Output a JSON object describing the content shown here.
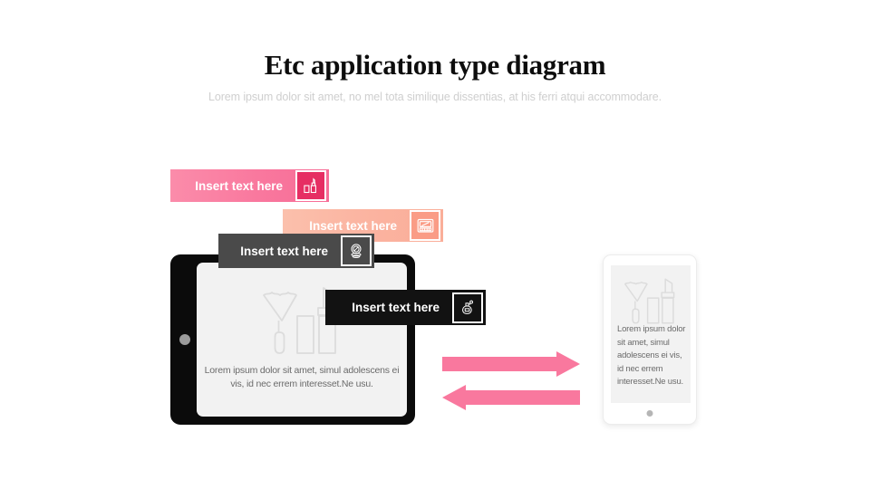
{
  "header": {
    "title": "Etc application type diagram",
    "subtitle": "Lorem ipsum dolor sit amet, no mel tota similique dissentias, at his ferri atqui accommodare."
  },
  "labels": [
    {
      "text": "Insert text here",
      "icon": "lipstick-nailpolish-icon",
      "bar_color": "#f9789e",
      "icon_box_color": "#e62e63"
    },
    {
      "text": "Insert text here",
      "icon": "makeup-palette-icon",
      "bar_color": "#fbb3a0",
      "icon_box_color": "#fa9c86"
    },
    {
      "text": "Insert text here",
      "icon": "compact-mirror-icon",
      "bar_color": "#4a4a4a",
      "icon_box_color": "#4a4a4a"
    },
    {
      "text": "Insert text here",
      "icon": "perfume-bottle-icon",
      "bar_color": "#121212",
      "icon_box_color": "#121212"
    }
  ],
  "tablet": {
    "body_color": "#0b0b0b",
    "screen_color": "#f2f2f2",
    "screen_text": "Lorem ipsum dolor sit amet, simul adolescens ei vis, id nec errem interesset.Ne usu.",
    "screen_icon": "makeup-brush-lipstick-icon"
  },
  "phone": {
    "body_color": "#ffffff",
    "screen_color": "#f2f2f2",
    "screen_text": "Lorem ipsum dolor sit amet, simul adolescens ei vis, id nec errem interesset.Ne usu.",
    "screen_icon": "makeup-brush-lipstick-icon"
  },
  "arrows": {
    "color": "#f9789e",
    "right": {
      "direction": "right",
      "name": "arrow-right"
    },
    "left": {
      "direction": "left",
      "name": "arrow-left"
    }
  }
}
